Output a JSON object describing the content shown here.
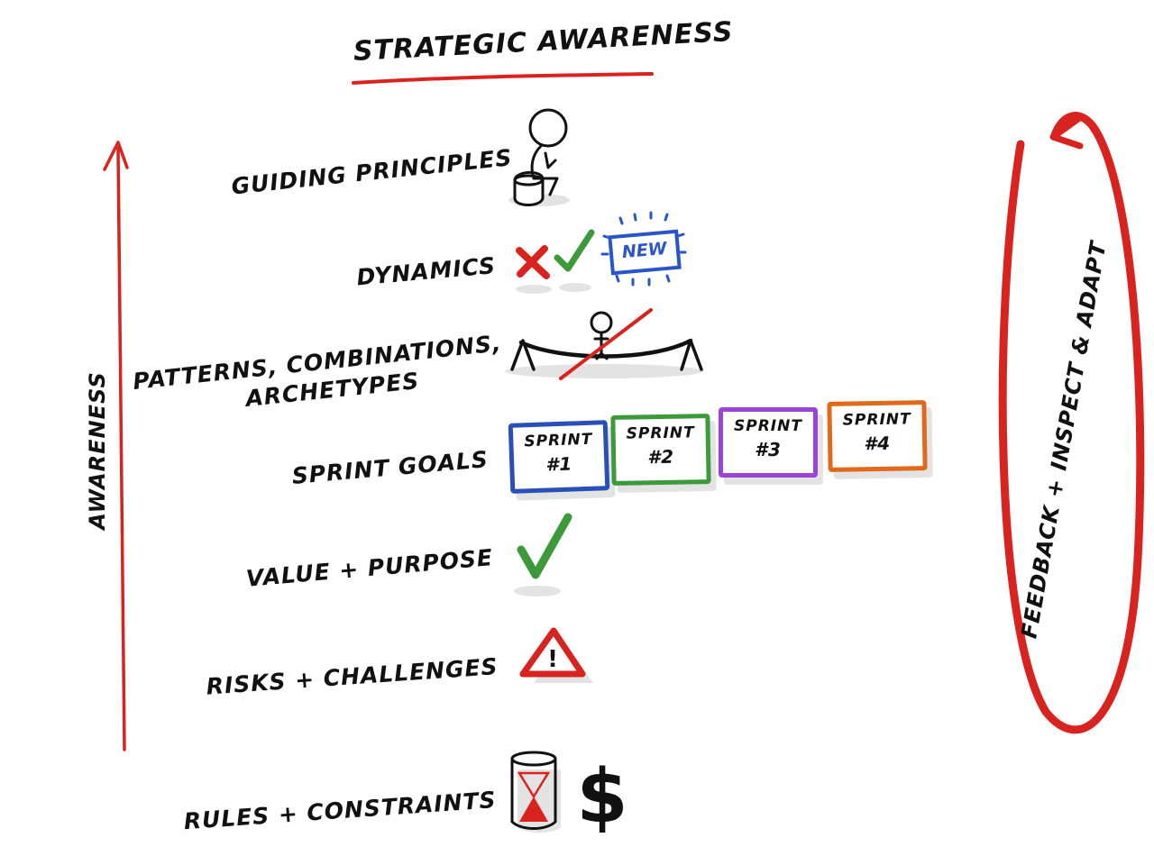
{
  "title": "STRATEGIC AWARENESS",
  "axis_left": "AWARENESS",
  "axis_right": "FEEDBACK + INSPECT & ADAPT",
  "levels": {
    "guiding": "GUIDING PRINCIPLES",
    "dynamics": "DYNAMICS",
    "patterns_line1": "PATTERNS, COMBINATIONS,",
    "patterns_line2": "ARCHETYPES",
    "sprint_goals": "SPRINT GOALS",
    "value": "VALUE + PURPOSE",
    "risks": "RISKS + CHALLENGES",
    "rules": "RULES + CONSTRAINTS"
  },
  "new_badge": "NEW",
  "sprints": [
    {
      "line1": "SPRINT",
      "line2": "#1"
    },
    {
      "line1": "SPRINT",
      "line2": "#2"
    },
    {
      "line1": "SPRINT",
      "line2": "#3"
    },
    {
      "line1": "SPRINT",
      "line2": "#4"
    }
  ],
  "dollar_symbol": "$",
  "warning_symbol": "!",
  "icons": {
    "guiding": "thinker-figure-icon",
    "dynamics": [
      "red-cross-icon",
      "green-check-icon",
      "new-badge-icon"
    ],
    "patterns": "tightrope-walker-icon",
    "value": "green-check-icon",
    "risks": "warning-triangle-icon",
    "rules": [
      "hourglass-icon",
      "dollar-icon"
    ]
  },
  "colors": {
    "red": "#d8231f",
    "green": "#3d9a3a",
    "blue": "#2a55c8",
    "purple": "#9b42d8",
    "orange": "#e06a1a",
    "shadow": "#e3e3e3"
  }
}
